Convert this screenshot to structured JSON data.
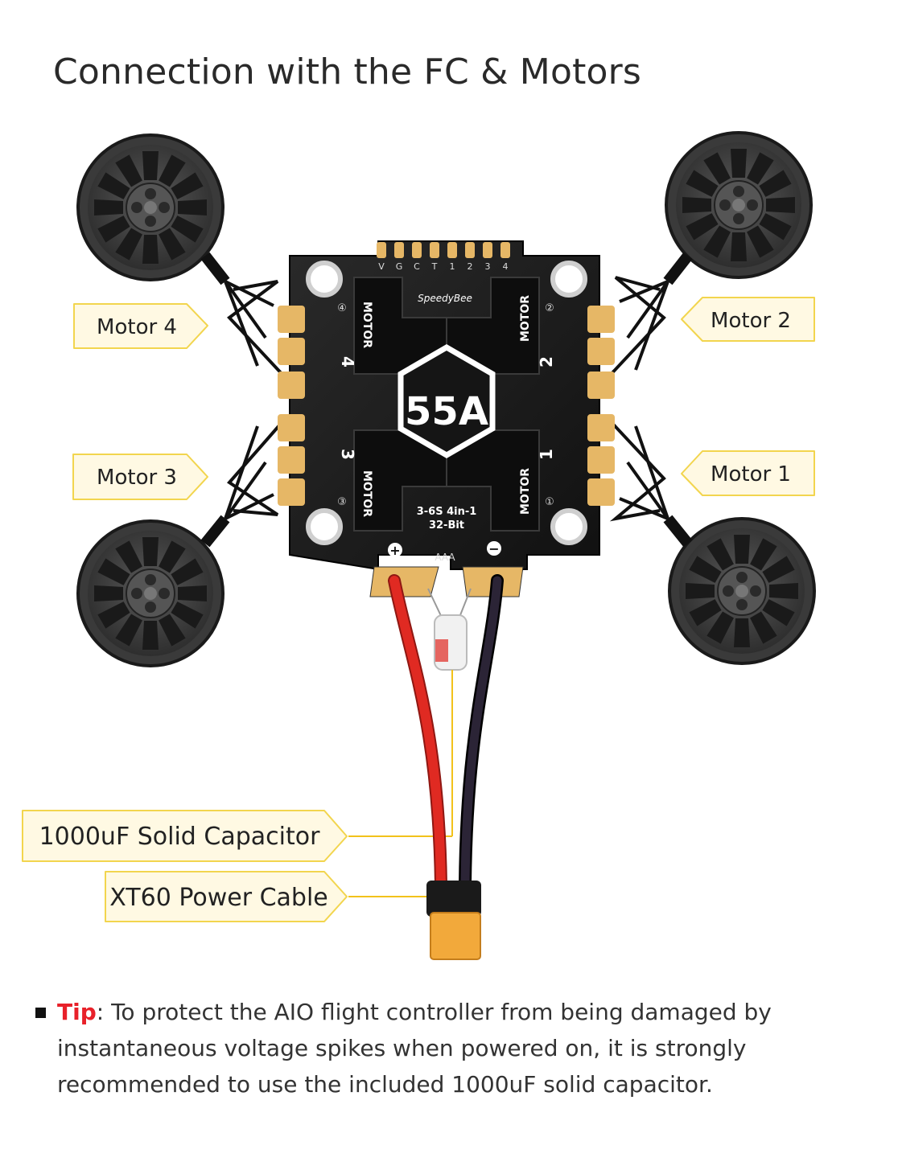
{
  "title": "Connection with the FC & Motors",
  "labels": {
    "motor1": "Motor 1",
    "motor2": "Motor 2",
    "motor3": "Motor 3",
    "motor4": "Motor 4",
    "capacitor": "1000uF Solid Capacitor",
    "power_cable": "XT60 Power Cable"
  },
  "board": {
    "brand": "SpeedyBee",
    "rating": "55A",
    "spec_line1": "3-6S 4in-1",
    "spec_line2": "32-Bit",
    "header_pins": [
      "V",
      "G",
      "C",
      "T",
      "1",
      "2",
      "3",
      "4"
    ],
    "pad_label": "AAA",
    "motor_word": "MOTOR",
    "motor_numbers": [
      "1",
      "2",
      "3",
      "4"
    ],
    "mount_numbers": [
      "④",
      "②",
      "③",
      "①"
    ],
    "plus": "+",
    "minus": "−"
  },
  "tip": {
    "keyword": "Tip",
    "text": ": To protect the AIO flight controller from being damaged by instantaneous voltage spikes when powered on, it is strongly recommended to use the included 1000uF solid capacitor."
  },
  "colors": {
    "label_fill": "#fff9e3",
    "label_border": "#f2d54e",
    "tip_red": "#e8212a",
    "board_dark": "#1c1c1c",
    "pad_gold": "#e6b766",
    "wire_red": "#e02a22",
    "wire_black": "#1a1a1a",
    "connector_yellow": "#f2a93b"
  }
}
